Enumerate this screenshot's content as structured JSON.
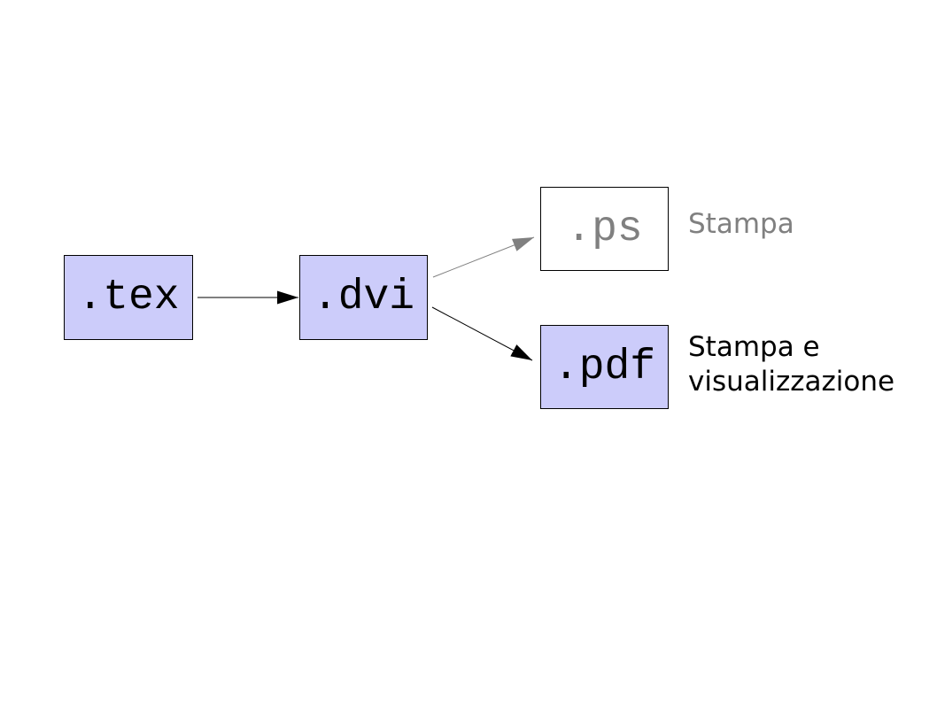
{
  "colors": {
    "background": "#ffffff",
    "box_fill": "#ccccfa",
    "box_border": "#000000",
    "text": "#000000",
    "muted": "#808080"
  },
  "diagram": {
    "nodes": {
      "tex": {
        "label": ".tex"
      },
      "dvi": {
        "label": ".dvi"
      },
      "ps": {
        "label": ".ps"
      },
      "pdf": {
        "label": ".pdf"
      }
    },
    "arrows": [
      {
        "from": "tex",
        "to": "dvi",
        "color": "#000000"
      },
      {
        "from": "dvi",
        "to": "ps",
        "color": "#808080"
      },
      {
        "from": "dvi",
        "to": "pdf",
        "color": "#000000"
      }
    ],
    "annotations": {
      "ps_note": "Stampa",
      "pdf_note": "Stampa e visualizzazione"
    }
  }
}
